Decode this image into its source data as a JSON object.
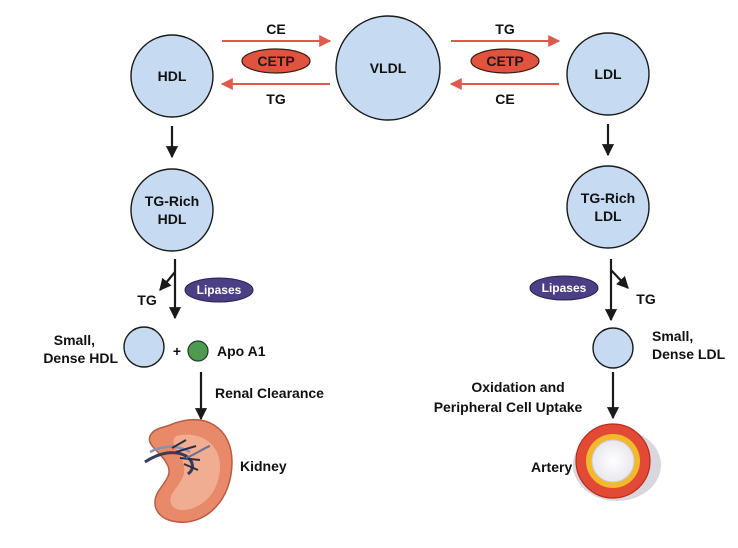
{
  "nodes": {
    "hdl": "HDL",
    "vldl": "VLDL",
    "ldl": "LDL",
    "tg_rich_hdl": [
      "TG-Rich",
      "HDL"
    ],
    "tg_rich_ldl": [
      "TG-Rich",
      "LDL"
    ],
    "small_dense_hdl": [
      "Small,",
      "Dense HDL"
    ],
    "small_dense_ldl": [
      "Small,",
      "Dense LDL"
    ],
    "apo_a1": "Apo A1"
  },
  "exchange": {
    "left_top": "CE",
    "left_bottom": "TG",
    "right_top": "TG",
    "right_bottom": "CE",
    "enzyme": "CETP"
  },
  "lipases": "Lipases",
  "tg_release": "TG",
  "plus": "+",
  "renal_clearance": "Renal Clearance",
  "oxidation": [
    "Oxidation and",
    "Peripheral Cell Uptake"
  ],
  "kidney": "Kidney",
  "artery": "Artery",
  "colors": {
    "node_fill": "#c6dbf2",
    "cetp": "#e0533f",
    "lipases": "#4c3f86",
    "apo_a1": "#4f9a52",
    "exchange_arrows": "#de5a4c",
    "kidney": "#e88a6a",
    "artery_outer": "#e34a36",
    "artery_ring": "#f2b92a"
  },
  "icons": [
    "kidney-illustration",
    "artery-cross-section-icon"
  ]
}
